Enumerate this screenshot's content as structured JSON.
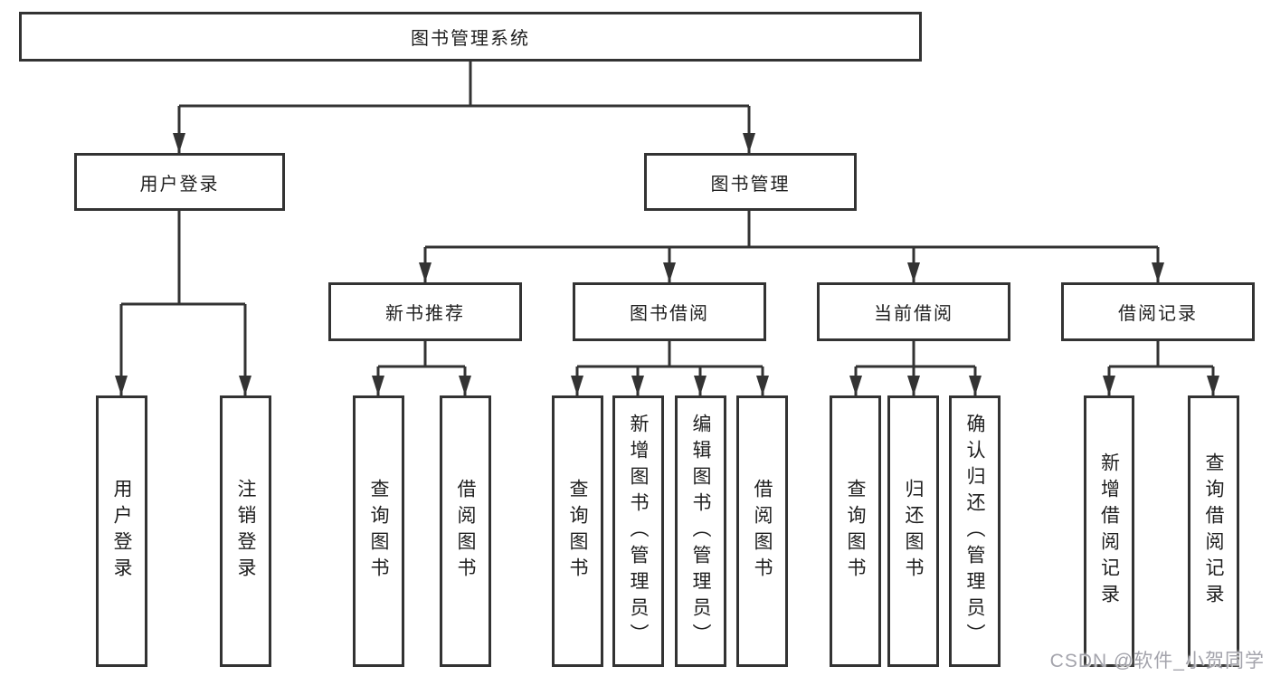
{
  "diagram": {
    "title": "图书管理系统",
    "colors": {
      "line": "#333333",
      "box_border": "#333333",
      "text": "#1f1f1f",
      "background": "#ffffff",
      "watermark": "#a4a4ac"
    },
    "root": {
      "label": "图书管理系统"
    },
    "level2": [
      {
        "label": "用户登录"
      },
      {
        "label": "图书管理"
      }
    ],
    "level3": [
      {
        "label": "新书推荐"
      },
      {
        "label": "图书借阅"
      },
      {
        "label": "当前借阅"
      },
      {
        "label": "借阅记录"
      }
    ],
    "leaves": [
      {
        "label": "用户登录",
        "parent": "用户登录"
      },
      {
        "label": "注销登录",
        "parent": "用户登录"
      },
      {
        "label": "查询图书",
        "parent": "新书推荐"
      },
      {
        "label": "借阅图书",
        "parent": "新书推荐"
      },
      {
        "label": "查询图书",
        "parent": "图书借阅"
      },
      {
        "label": "新增图书（管理员）",
        "parent": "图书借阅"
      },
      {
        "label": "编辑图书（管理员）",
        "parent": "图书借阅"
      },
      {
        "label": "借阅图书",
        "parent": "图书借阅"
      },
      {
        "label": "查询图书",
        "parent": "当前借阅"
      },
      {
        "label": "归还图书",
        "parent": "当前借阅"
      },
      {
        "label": "确认归还（管理员）",
        "parent": "当前借阅"
      },
      {
        "label": "新增借阅记录",
        "parent": "借阅记录"
      },
      {
        "label": "查询借阅记录",
        "parent": "借阅记录"
      }
    ],
    "watermark": "CSDN @软件_小贺同学"
  }
}
